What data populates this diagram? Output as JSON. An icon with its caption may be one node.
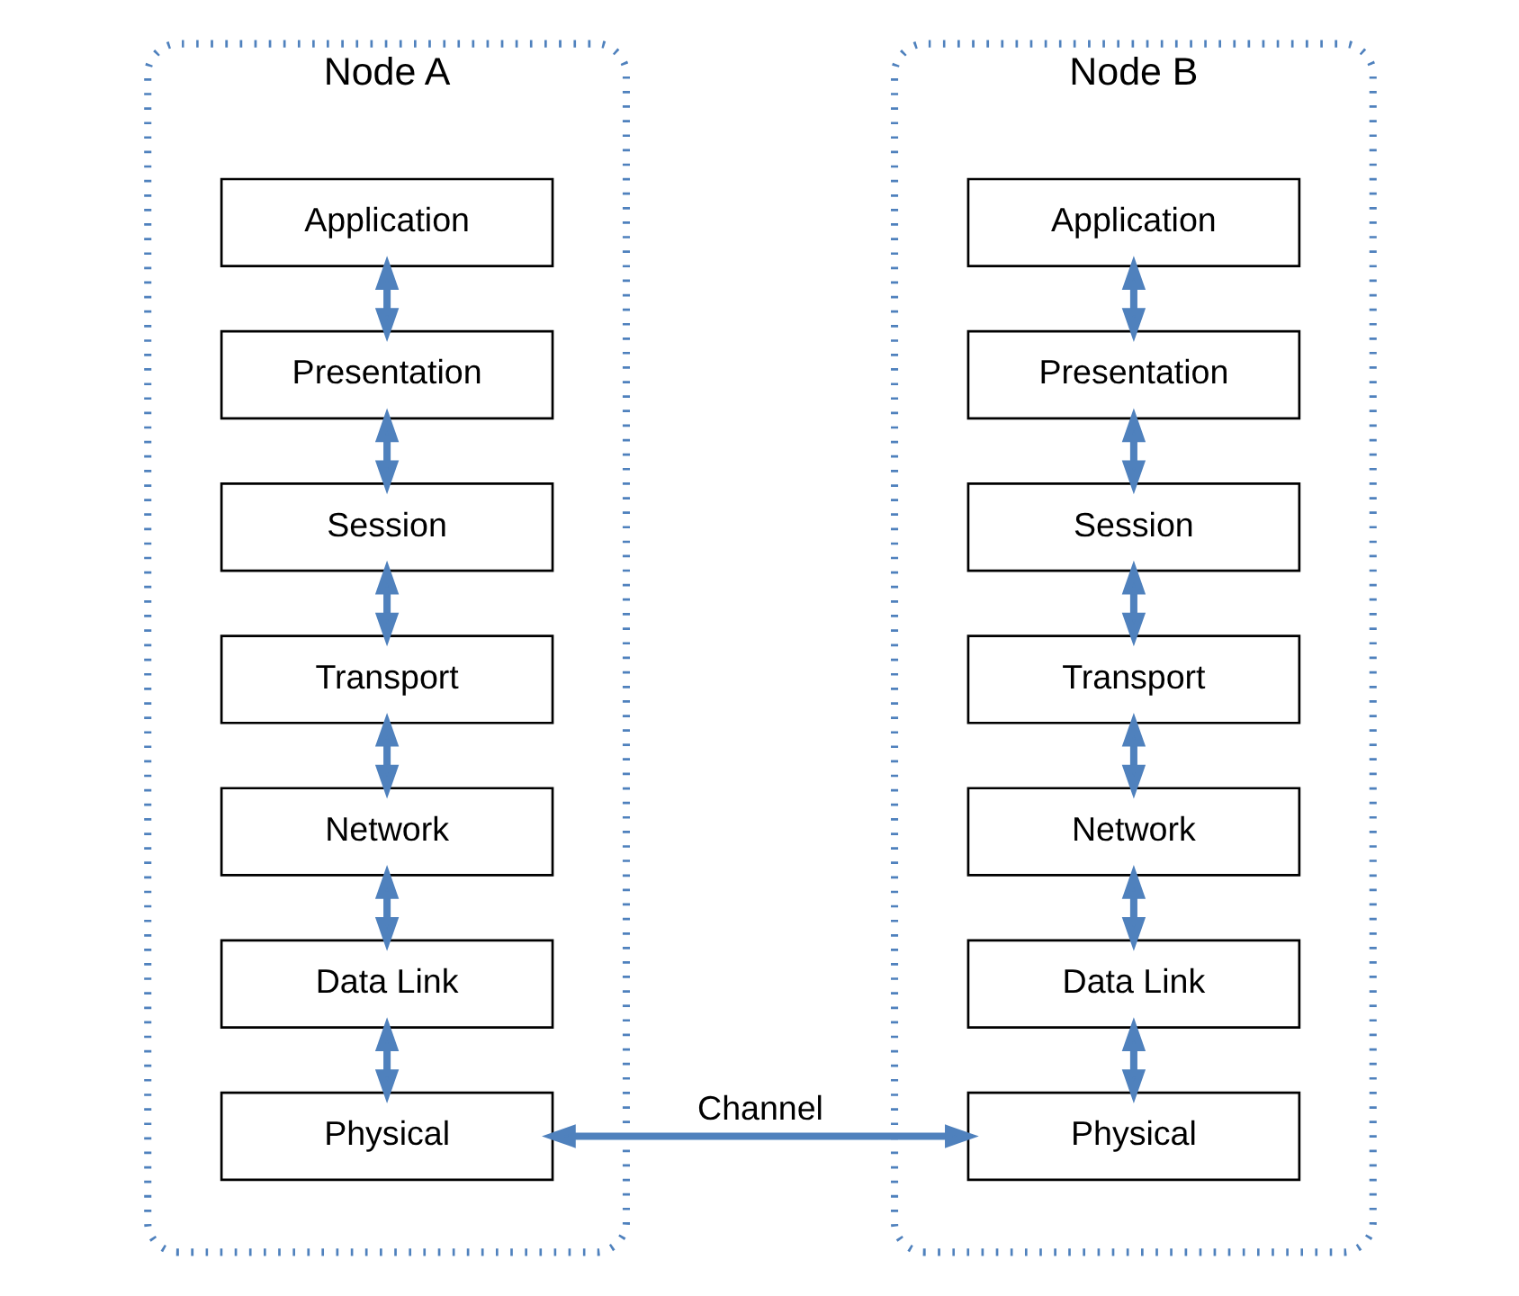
{
  "diagram": {
    "nodes": [
      {
        "text": [
          "Node A"
        ]
      },
      {
        "text": [
          "Application"
        ],
        "in": 0
      },
      {
        "text": [
          "Presentation"
        ],
        "in": 0
      },
      {
        "text": [
          "Session"
        ],
        "in": 0
      },
      {
        "text": [
          "Transport"
        ],
        "in": 0
      },
      {
        "text": [
          "Network"
        ],
        "in": 0
      },
      {
        "text": [
          "Data Link"
        ],
        "in": 0
      },
      {
        "text": [
          "Physical"
        ],
        "in": 0
      },
      {
        "text": [
          "Node B"
        ]
      },
      {
        "text": [
          "Application"
        ],
        "in": 8
      },
      {
        "text": [
          "Presentation"
        ],
        "in": 8
      },
      {
        "text": [
          "Session"
        ],
        "in": 8
      },
      {
        "text": [
          "Transport"
        ],
        "in": 8
      },
      {
        "text": [
          "Network"
        ],
        "in": 8
      },
      {
        "text": [
          "Data Link"
        ],
        "in": 8
      },
      {
        "text": [
          "Physical"
        ],
        "in": 8
      }
    ],
    "edges": [
      {
        "from": 1,
        "to": 2,
        "arrow": "both"
      },
      {
        "from": 2,
        "to": 3,
        "arrow": "both"
      },
      {
        "from": 3,
        "to": 4,
        "arrow": "both"
      },
      {
        "from": 4,
        "to": 5,
        "arrow": "both"
      },
      {
        "from": 5,
        "to": 6,
        "arrow": "both"
      },
      {
        "from": 6,
        "to": 7,
        "arrow": "both"
      },
      {
        "from": 9,
        "to": 10,
        "arrow": "both"
      },
      {
        "from": 10,
        "to": 11,
        "arrow": "both"
      },
      {
        "from": 11,
        "to": 12,
        "arrow": "both"
      },
      {
        "from": 12,
        "to": 13,
        "arrow": "both"
      },
      {
        "from": 13,
        "to": 14,
        "arrow": "both"
      },
      {
        "from": 14,
        "to": 15,
        "arrow": "both"
      },
      {
        "from": 7,
        "to": 15,
        "arrow": "both",
        "label": "Channel"
      }
    ]
  }
}
